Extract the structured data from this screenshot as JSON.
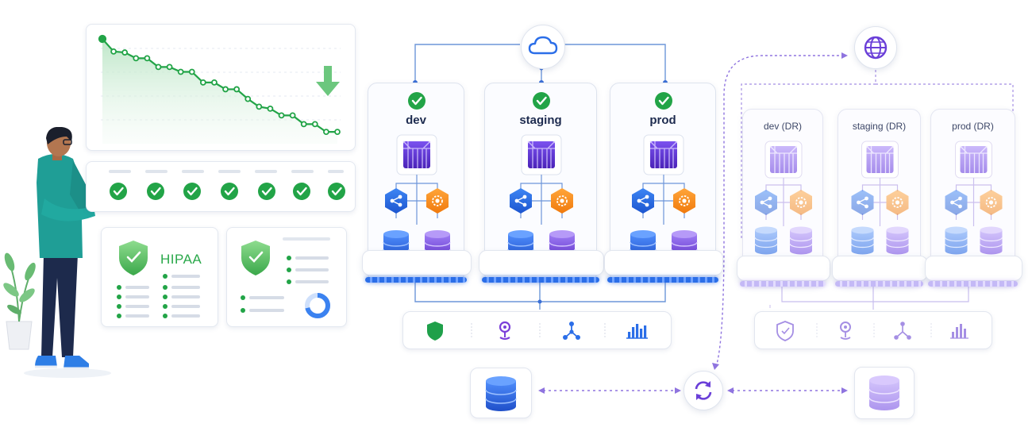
{
  "colors": {
    "check_green": "#22a447",
    "blue_accent": "#2b6ee8",
    "purple_accent": "#6a3fd8",
    "dr_purple": "#b9a6f2",
    "connector_blue": "#5b8fd8",
    "connector_purple": "#8f74df"
  },
  "compliance": {
    "hipaa_label": "HIPAA"
  },
  "trend_chart": {
    "direction_icon": "arrow-down-icon",
    "points": [
      0.0,
      0.13,
      0.14,
      0.2,
      0.2,
      0.29,
      0.29,
      0.34,
      0.34,
      0.45,
      0.45,
      0.52,
      0.52,
      0.62,
      0.7,
      0.72,
      0.79,
      0.79,
      0.88,
      0.88,
      0.96,
      0.96
    ]
  },
  "environments": [
    {
      "label": "dev",
      "status_icon": "check-icon"
    },
    {
      "label": "staging",
      "status_icon": "check-icon"
    },
    {
      "label": "prod",
      "status_icon": "check-icon"
    }
  ],
  "dr_environments": [
    {
      "label": "dev (DR)"
    },
    {
      "label": "staging (DR)"
    },
    {
      "label": "prod (DR)"
    }
  ],
  "tool_icons": [
    "shield-icon",
    "location-pin-icon",
    "network-graph-icon",
    "bar-chart-icon"
  ],
  "top_nodes": {
    "primary": "cloud-icon",
    "dr": "globe-icon"
  },
  "sync_node": "sync-arrows-icon"
}
